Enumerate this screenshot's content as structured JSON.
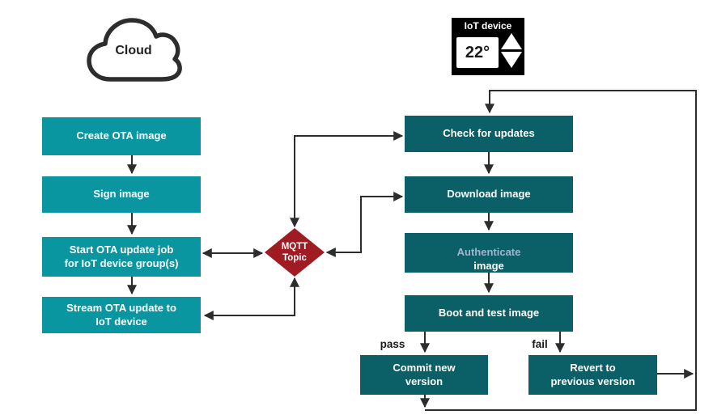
{
  "colors": {
    "cloud_pipeline_box": "#0996a1",
    "device_pipeline_box": "#0b5f66",
    "mqtt_diamond": "#9e1c22",
    "connector": "#2d2d2d",
    "authenticate_word": "#a5b4d0"
  },
  "cloud": {
    "label": "Cloud"
  },
  "iot_device": {
    "label": "IoT device",
    "temperature": "22°"
  },
  "cloud_flow": {
    "steps": [
      {
        "label": "Create OTA image"
      },
      {
        "label": "Sign image"
      },
      {
        "label": "Start OTA update job\nfor IoT device group(s)"
      },
      {
        "label": "Stream OTA update to\nIoT device"
      }
    ]
  },
  "broker": {
    "label": "MQTT\nTopic"
  },
  "device_flow": {
    "steps": [
      {
        "label": "Check for updates"
      },
      {
        "label": "Download image"
      },
      {
        "accent": "Authenticate",
        "rest": "image"
      },
      {
        "label": "Boot and test image"
      },
      {
        "label": "Commit new\nversion"
      },
      {
        "label": "Revert to\nprevious version"
      }
    ]
  },
  "branch_labels": {
    "pass": "pass",
    "fail": "fail"
  }
}
